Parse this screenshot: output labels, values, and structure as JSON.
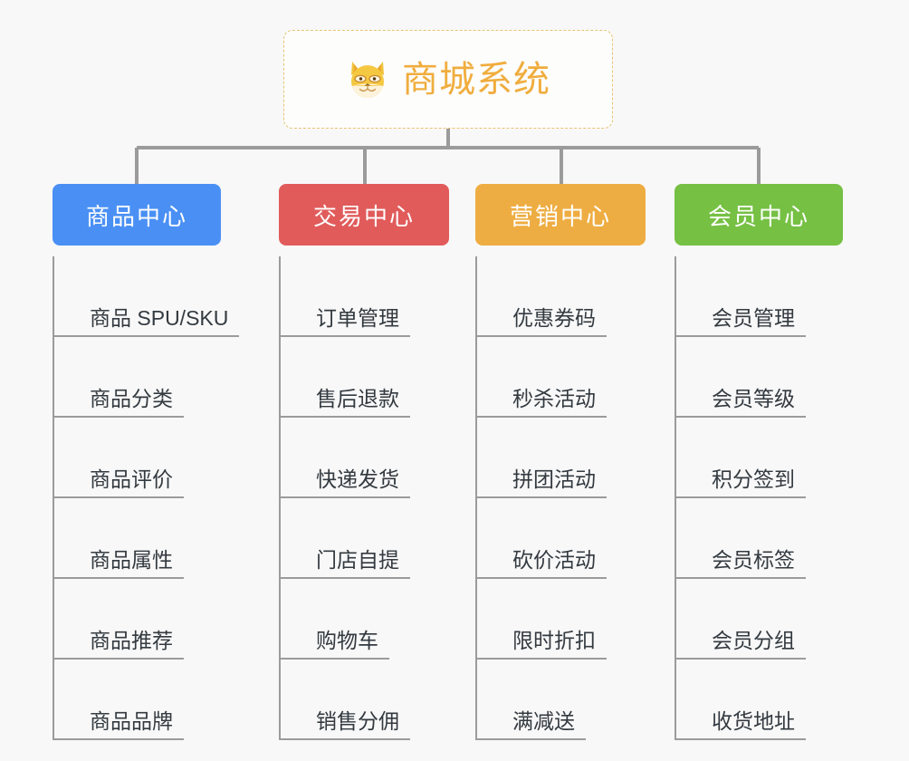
{
  "root": {
    "title": "商城系统",
    "icon": "dog-face-icon",
    "color": "#f0ad3e",
    "border_color": "#e8c372"
  },
  "theme": {
    "background": "#f8f8f8",
    "line_color": "#9b9b9b",
    "leaf_text_color": "#333a40"
  },
  "branches": [
    {
      "label": "商品中心",
      "color": "#4a90f4",
      "items": [
        "商品 SPU/SKU",
        "商品分类",
        "商品评价",
        "商品属性",
        "商品推荐",
        "商品品牌"
      ]
    },
    {
      "label": "交易中心",
      "color": "#e15b5b",
      "items": [
        "订单管理",
        "售后退款",
        "快递发货",
        "门店自提",
        "购物车",
        "销售分佣"
      ]
    },
    {
      "label": "营销中心",
      "color": "#eead42",
      "items": [
        "优惠券码",
        "秒杀活动",
        "拼团活动",
        "砍价活动",
        "限时折扣",
        "满减送"
      ]
    },
    {
      "label": "会员中心",
      "color": "#76c044",
      "items": [
        "会员管理",
        "会员等级",
        "积分签到",
        "会员标签",
        "会员分组",
        "收货地址"
      ]
    }
  ]
}
